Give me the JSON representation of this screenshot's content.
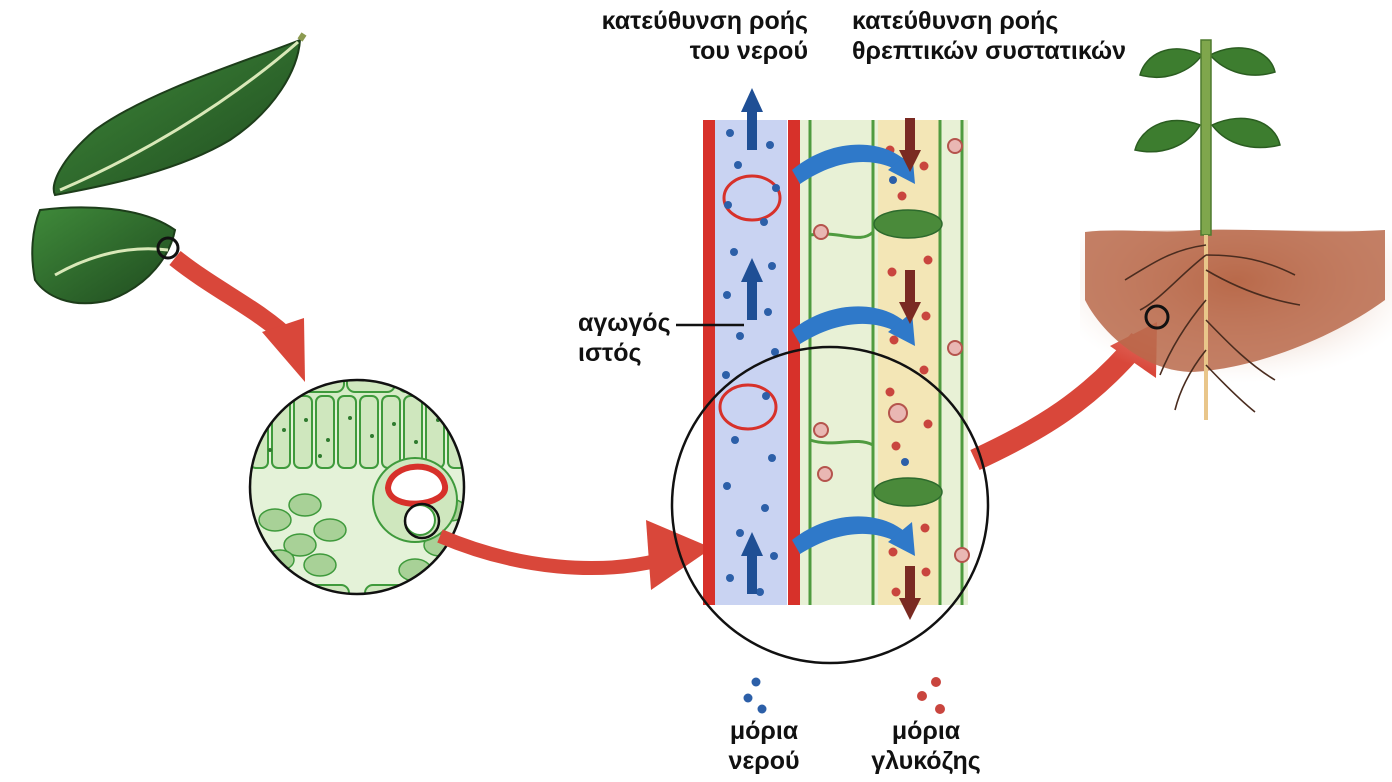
{
  "labels": {
    "water_flow": [
      "κατεύθυνση ροής",
      "του νερού"
    ],
    "nutrient_flow": [
      "κατεύθυνση ροής",
      "θρεπτικών συστατικών"
    ],
    "vascular": [
      "αγωγός",
      "ιστός"
    ],
    "water_molecules": [
      "μόρια",
      "νερού"
    ],
    "glucose_molecules": [
      "μόρια",
      "γλυκόζης"
    ]
  },
  "colors": {
    "leaf": "#2f6a2c",
    "cell_green": "#7cc06e",
    "xylem_fill": "#c9d3f2",
    "xylem_wall": "#d7312a",
    "phloem_fill": "#f3e6b6",
    "water_dot": "#2c5fa8",
    "glucose_dot": "#c9453e",
    "water_arrow": "#1f4f95",
    "nutrient_arrow": "#7a2a22",
    "pointer_arrow": "#d9473a",
    "soil": "#a8603f"
  }
}
